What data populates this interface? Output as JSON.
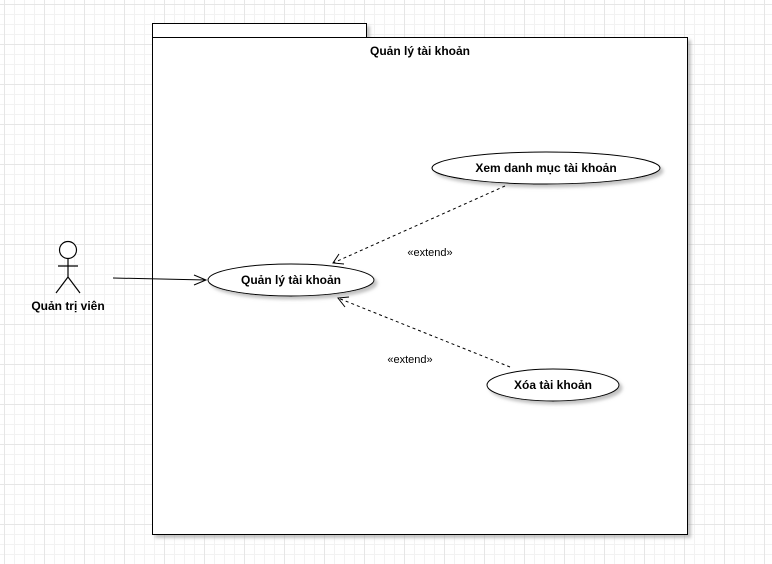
{
  "package": {
    "title": "Quản lý tài khoản"
  },
  "actors": [
    {
      "label": "Quản trị viên"
    }
  ],
  "use_cases": [
    {
      "label": "Quản lý tài khoản"
    },
    {
      "label": "Xem danh mục tài khoản"
    },
    {
      "label": "Xóa tài khoản"
    }
  ],
  "relations": [
    {
      "type": "association",
      "label": ""
    },
    {
      "type": "extend",
      "label": "«extend»"
    },
    {
      "type": "extend",
      "label": "«extend»"
    }
  ],
  "colors": {
    "line": "#000000",
    "fill": "#ffffff",
    "shadow": "#b3b3b3"
  }
}
